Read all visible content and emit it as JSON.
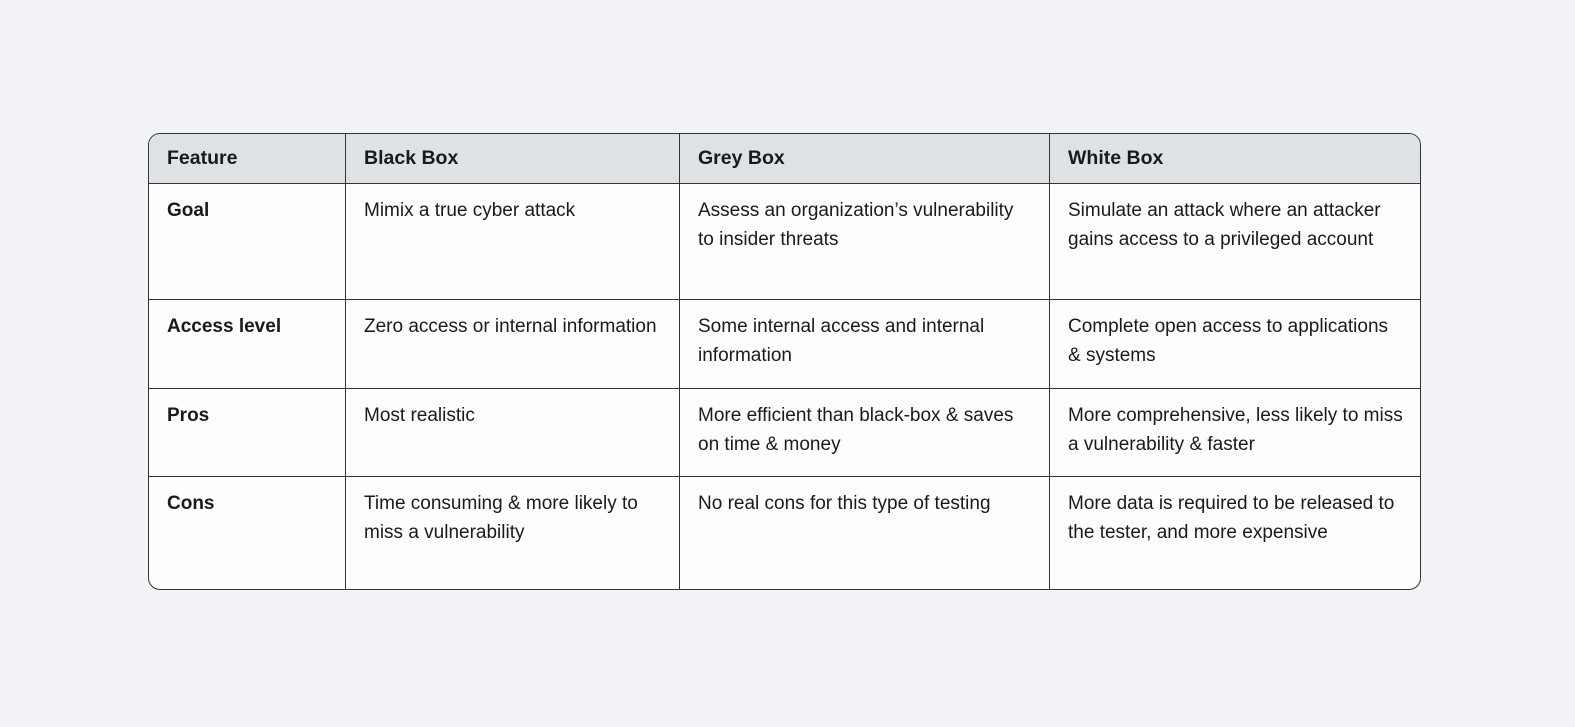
{
  "colors": {
    "page_bg": "#f1f3f6",
    "cell_bg": "#fdfdfe",
    "header_bg": "#dfe2e4",
    "border_color": "#343434",
    "text_color": "#1a1a1a"
  },
  "table": {
    "columns": [
      "Feature",
      "Black Box",
      "Grey Box",
      "White Box"
    ],
    "rows": [
      [
        "Goal",
        "Mimix a true cyber attack",
        "Assess an organization’s vulnerability to insider threats",
        "Simulate an attack where an attacker gains access to a privileged account"
      ],
      [
        "Access level",
        "Zero access or internal information",
        "Some internal access and internal information",
        "Complete open access to applications & systems"
      ],
      [
        "Pros",
        "Most realistic",
        "More efficient than black-box & saves on time & money",
        "More comprehensive, less likely to miss a vulnerability & faster"
      ],
      [
        "Cons",
        "Time consuming & more likely to miss a vulnerability",
        "No real cons for this type of testing",
        "More data is required to be released to the tester, and more expensive"
      ]
    ]
  }
}
